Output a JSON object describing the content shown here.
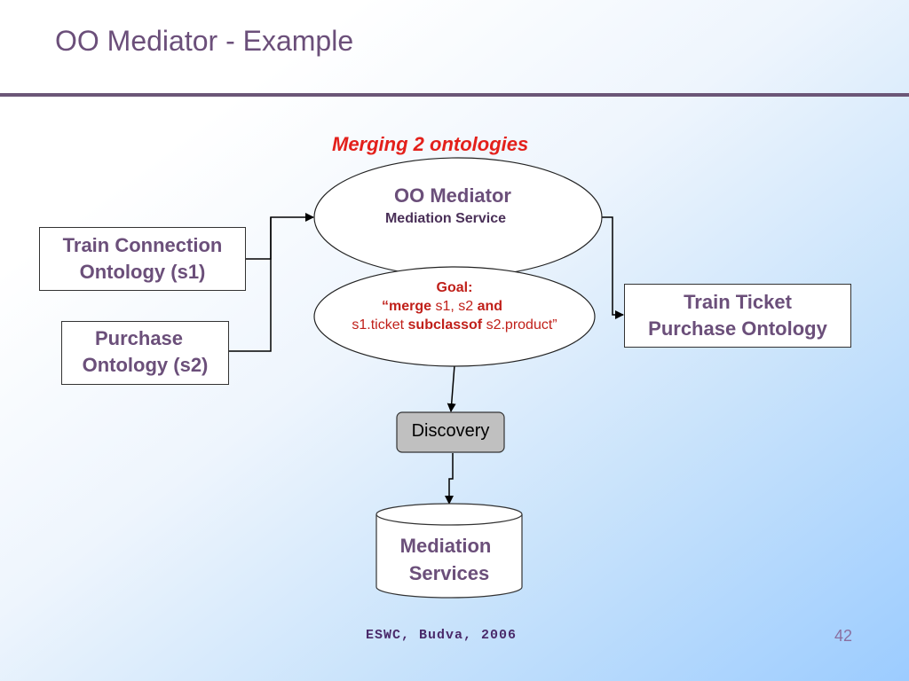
{
  "slide": {
    "title": "OO Mediator - Example",
    "subtitle": "Merging 2 ontologies",
    "footer": "ESWC, Budva, 2006",
    "page_number": "42"
  },
  "diagram": {
    "s1_box": {
      "line1": "Train Connection",
      "line2": "Ontology (s1)"
    },
    "s2_box": {
      "line1": "Purchase",
      "line2": "Ontology (s2)"
    },
    "mediator": {
      "title": "OO Mediator",
      "subtitle": "Mediation Service"
    },
    "goal": {
      "label": "Goal:",
      "line2_merge": "“merge",
      "line2_args": " s1, s2 ",
      "line2_and": "and",
      "line3_a": "s1.ticket ",
      "line3_subclassof": "subclassof",
      "line3_b": " s2.product”"
    },
    "target_box": {
      "line1": "Train Ticket",
      "line2": "Purchase Ontology"
    },
    "discovery": "Discovery",
    "repository": {
      "line1": "Mediation",
      "line2": "Services"
    }
  },
  "colors": {
    "title": "#6b4f7a",
    "subtitle": "#e3201b",
    "goal_text": "#c0201a",
    "discovery_fill": "#c0c0c0"
  }
}
